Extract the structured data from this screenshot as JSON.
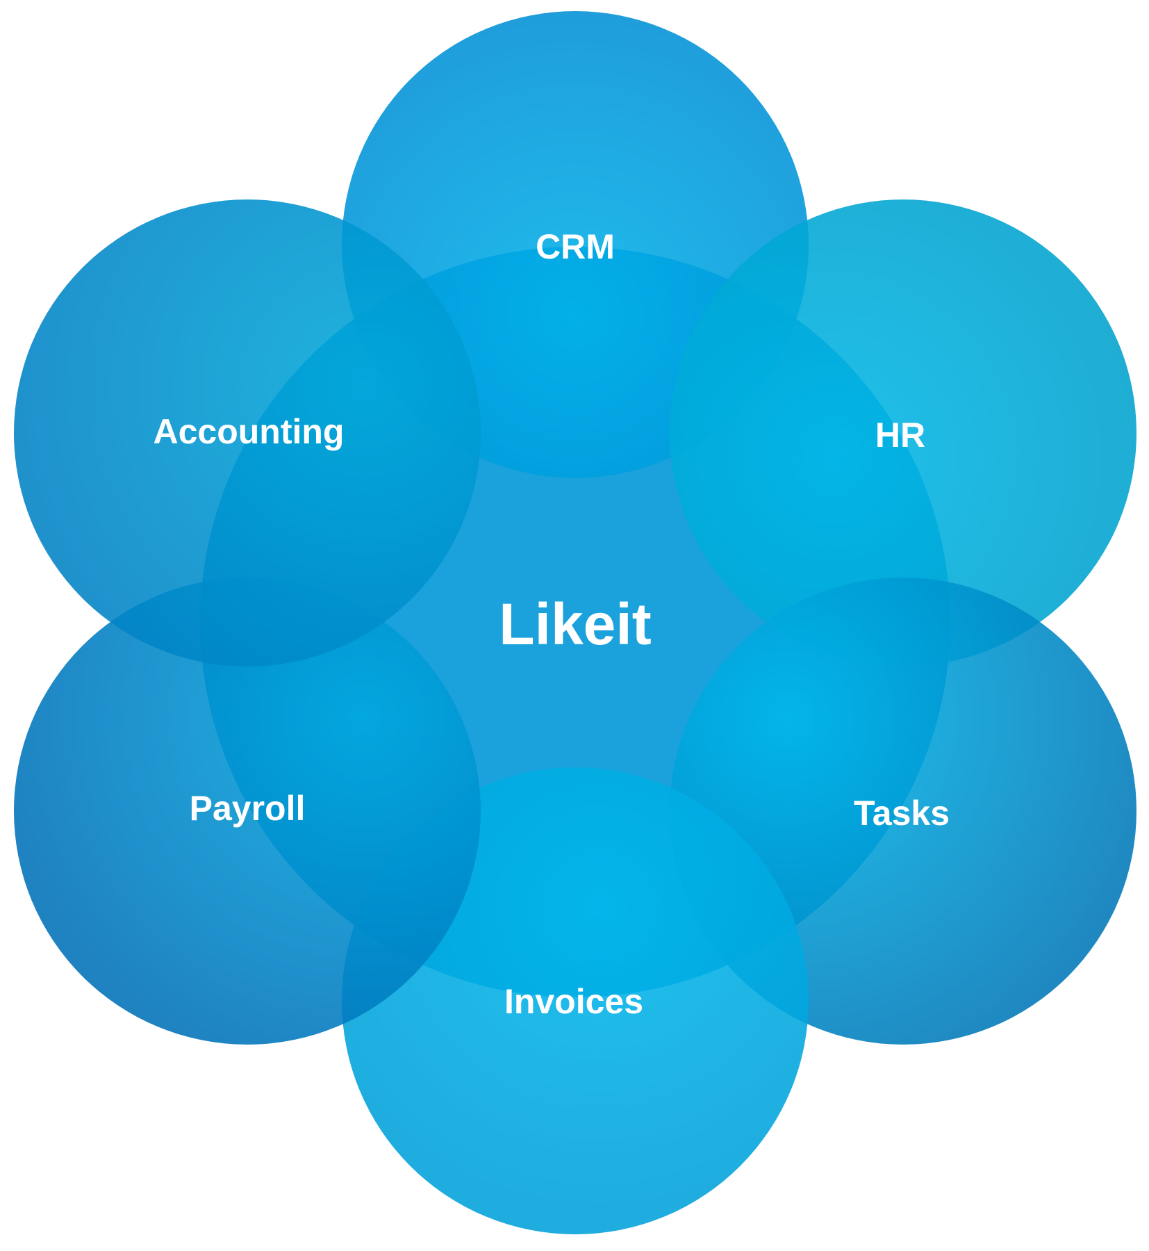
{
  "diagram": {
    "center": {
      "label": "Likeit",
      "color": "#0298d8"
    },
    "modules": [
      {
        "key": "crm",
        "label": "CRM",
        "color_light": "#00b2ea",
        "color_dark": "#0090d6"
      },
      {
        "key": "hr",
        "label": "HR",
        "color_light": "#00b8e8",
        "color_dark": "#00a0cc"
      },
      {
        "key": "tasks",
        "label": "Tasks",
        "color_light": "#00b8ec",
        "color_dark": "#0078b8"
      },
      {
        "key": "invoices",
        "label": "Invoices",
        "color_light": "#00b8ec",
        "color_dark": "#009ed8"
      },
      {
        "key": "payroll",
        "label": "Payroll",
        "color_light": "#00a8e0",
        "color_dark": "#0070b8"
      },
      {
        "key": "accounting",
        "label": "Accounting",
        "color_light": "#00a8da",
        "color_dark": "#0080c4"
      }
    ]
  }
}
